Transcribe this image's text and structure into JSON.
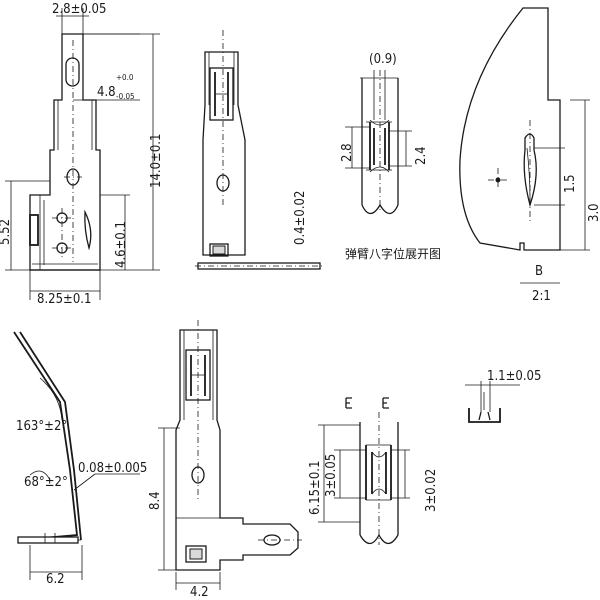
{
  "dimensions": {
    "width_top": "2.8±0.05",
    "slot_width_main": "4.8",
    "slot_tol_upper": "+0.0",
    "slot_tol_lower": "-0.05",
    "total_height": "14.0±0.1",
    "left_height": "5.52",
    "tab_height": "4.6±0.1",
    "base_width": "8.25±0.1",
    "thickness": "0.4±0.02",
    "gap": "(0.9)",
    "slot_h1": "2.8",
    "slot_h2": "2.4",
    "detail_h1": "1.5",
    "detail_h2": "3.0",
    "angle_upper": "163°±2°",
    "angle_lower": "68°±2°",
    "sheet_thk": "0.08±0.005",
    "bottom_w": "6.2",
    "height_8": "8.4",
    "bottom_w2": "4.2",
    "slot_len": "6.15±0.1",
    "slot_w1": "3±0.05",
    "slot_w2": "3±0.02",
    "clip_w": "1.1±0.05"
  },
  "labels": {
    "spring_caption": "弹臂八字位展开图",
    "detail_label": "B",
    "detail_scale": "2:1"
  }
}
